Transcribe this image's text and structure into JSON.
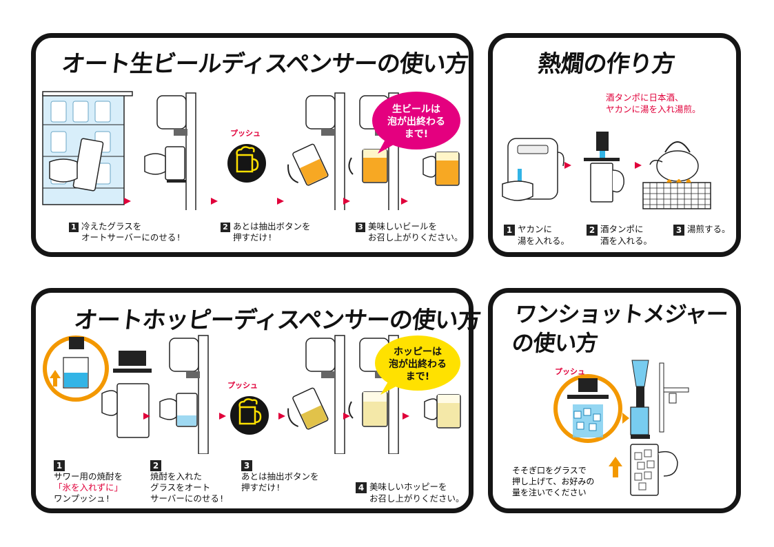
{
  "panel_beer": {
    "title": "オート生ビールディスペンサーの使い方",
    "push_label": "プッシュ",
    "bubble": [
      "生ビールは",
      "泡が出終わる",
      "まで!"
    ],
    "steps": [
      {
        "num": "1",
        "line1": "冷えたグラスを",
        "line2": "オートサーバーにのせる!"
      },
      {
        "num": "2",
        "line1": "あとは抽出ボタンを",
        "line2": "押すだけ!"
      },
      {
        "num": "3",
        "line1": "美味しいビールを",
        "line2": "お召し上がりください。"
      }
    ]
  },
  "panel_atsukan": {
    "title": "熱燗の作り方",
    "note_line1": "酒タンポに日本酒、",
    "note_line2": "ヤカンに湯を入れ湯煎。",
    "steps": [
      {
        "num": "1",
        "line1": "ヤカンに",
        "line2": "湯を入れる。"
      },
      {
        "num": "2",
        "line1": "酒タンポに",
        "line2": "酒を入れる。"
      },
      {
        "num": "3",
        "line1": "湯煎する。"
      }
    ]
  },
  "panel_hoppy": {
    "title": "オートホッピーディスペンサーの使い方",
    "push_label": "プッシュ",
    "bubble": [
      "ホッピーは",
      "泡が出終わる",
      "まで!"
    ],
    "steps": [
      {
        "num": "1",
        "line1": "サワー用の焼酎を",
        "line2": "「氷を入れずに」",
        "line3": "ワンプッシュ!"
      },
      {
        "num": "2",
        "line1": "焼酎を入れた",
        "line2": "グラスをオート",
        "line3": "サーバーにのせる!"
      },
      {
        "num": "3",
        "line1": "あとは抽出ボタンを",
        "line2": "押すだけ!"
      },
      {
        "num": "4",
        "line1": "美味しいホッピーを",
        "line2": "お召し上がりください。"
      }
    ]
  },
  "panel_measure": {
    "title_line1": "ワンショットメジャー",
    "title_line2": "の使い方",
    "push_label": "プッシュ",
    "note": [
      "そそぎ口をグラスで",
      "押し上げて、お好みの",
      "量を注いでください"
    ]
  },
  "colors": {
    "red": "#e0003a",
    "magenta": "#e4007f",
    "yellow": "#ffe100",
    "orange": "#f39800",
    "beer": "#f7a823",
    "foam": "#fff5c8",
    "cyan": "#32b4e6",
    "ice": "#78ccef"
  }
}
